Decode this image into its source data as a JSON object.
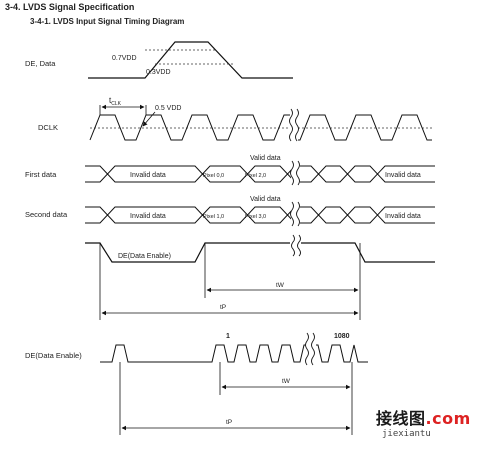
{
  "section_title": "3-4. LVDS Signal Specification",
  "subsection_title": "3-4-1. LVDS Input Signal Timing Diagram",
  "de_data": {
    "label": "DE, Data",
    "v_high": "0.7VDD",
    "v_low": "0.3VDD"
  },
  "dclk": {
    "label": "DCLK",
    "tclk_main": "t",
    "tclk_sub": "CLK",
    "half_vdd": "0.5 VDD"
  },
  "first_data": {
    "label": "First data",
    "invalid_left": "Invalid data",
    "valid": "Valid data",
    "pixel_a": "Pixel 0,0",
    "pixel_b": "Pixel 2,0",
    "invalid_right": "Invalid data"
  },
  "second_data": {
    "label": "Second data",
    "invalid_left": "Invalid data",
    "valid": "Valid data",
    "pixel_a": "Pixel 1,0",
    "pixel_b": "Pixel 3,0",
    "invalid_right": "Invalid data"
  },
  "de_pulse": {
    "label": "DE(Data Enable)",
    "tw": "tW",
    "tp": "tP"
  },
  "bottom": {
    "label": "DE(Data Enable)",
    "start_num": "1",
    "end_num": "1080",
    "tw": "tW",
    "tp": "tP"
  },
  "watermark": {
    "logo_text": "接线图",
    "logo_suffix": ".com",
    "url": "jiexiantu"
  }
}
